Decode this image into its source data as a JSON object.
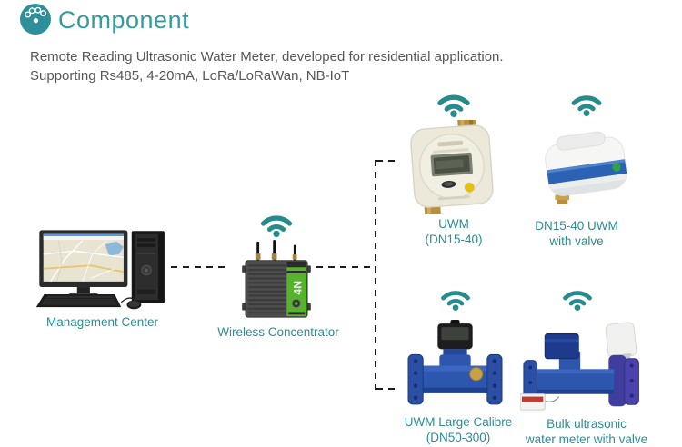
{
  "header": {
    "icon": "component-icon",
    "title": "Component"
  },
  "description": {
    "line1": "Remote Reading Ultrasonic Water Meter, developed for residential application.",
    "line2": "Supporting Rs485, 4-20mA, LoRa/LoRaWan, NB-IoT"
  },
  "diagram": {
    "nodes": {
      "management_center": {
        "label": "Management Center",
        "image": "desktop-computer-with-map"
      },
      "wireless_concentrator": {
        "label": "Wireless Concentrator",
        "device_text": "4N",
        "image": "concentrator-device",
        "wifi": true
      },
      "uwm": {
        "label_line1": "UWM",
        "label_line2": "(DN15-40)",
        "image": "residential-ultrasonic-meter",
        "wifi": true
      },
      "uwm_with_valve": {
        "label_line1": "DN15-40 UWM",
        "label_line2": "with valve",
        "image": "residential-meter-with-valve",
        "wifi": true
      },
      "uwm_large_calibre": {
        "label_line1": "UWM Large Calibre",
        "label_line2": "(DN50-300)",
        "image": "large-calibre-meter",
        "wifi": true
      },
      "bulk_meter": {
        "label_line1": "Bulk ultrasonic",
        "label_line2": "water meter with valve",
        "image": "bulk-meter-with-valve",
        "wifi": true
      }
    }
  },
  "colors": {
    "accent_teal": "#339a9e",
    "label_teal": "#2d8c94",
    "wifi_teal": "#268b8b",
    "body_text": "#56575b",
    "connector": "#1c1c1c",
    "meter_blue": "#2d56ae",
    "brass": "#b6903f",
    "concentrator_green": "#55b32c"
  }
}
